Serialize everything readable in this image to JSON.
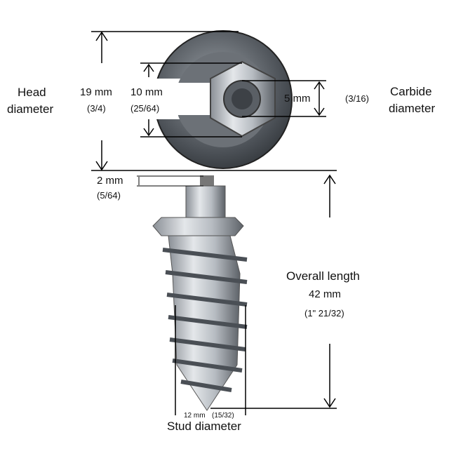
{
  "head": {
    "label_line1": "Head",
    "label_line2": "diameter",
    "mm": "19 mm",
    "inch": "(3/4)"
  },
  "hex": {
    "mm": "10 mm",
    "inch": "(25/64)"
  },
  "carbide": {
    "mm": "5 mm",
    "inch": "(3/16)",
    "label_line1": "Carbide",
    "label_line2": "diameter"
  },
  "flange": {
    "mm": "2 mm",
    "inch": "(5/64)"
  },
  "overall": {
    "label": "Overall length",
    "mm": "42 mm",
    "inch": "(1\" 21/32)"
  },
  "stud": {
    "dimension": "12 mm",
    "inch": "(15/32)",
    "label": "Stud diameter"
  }
}
